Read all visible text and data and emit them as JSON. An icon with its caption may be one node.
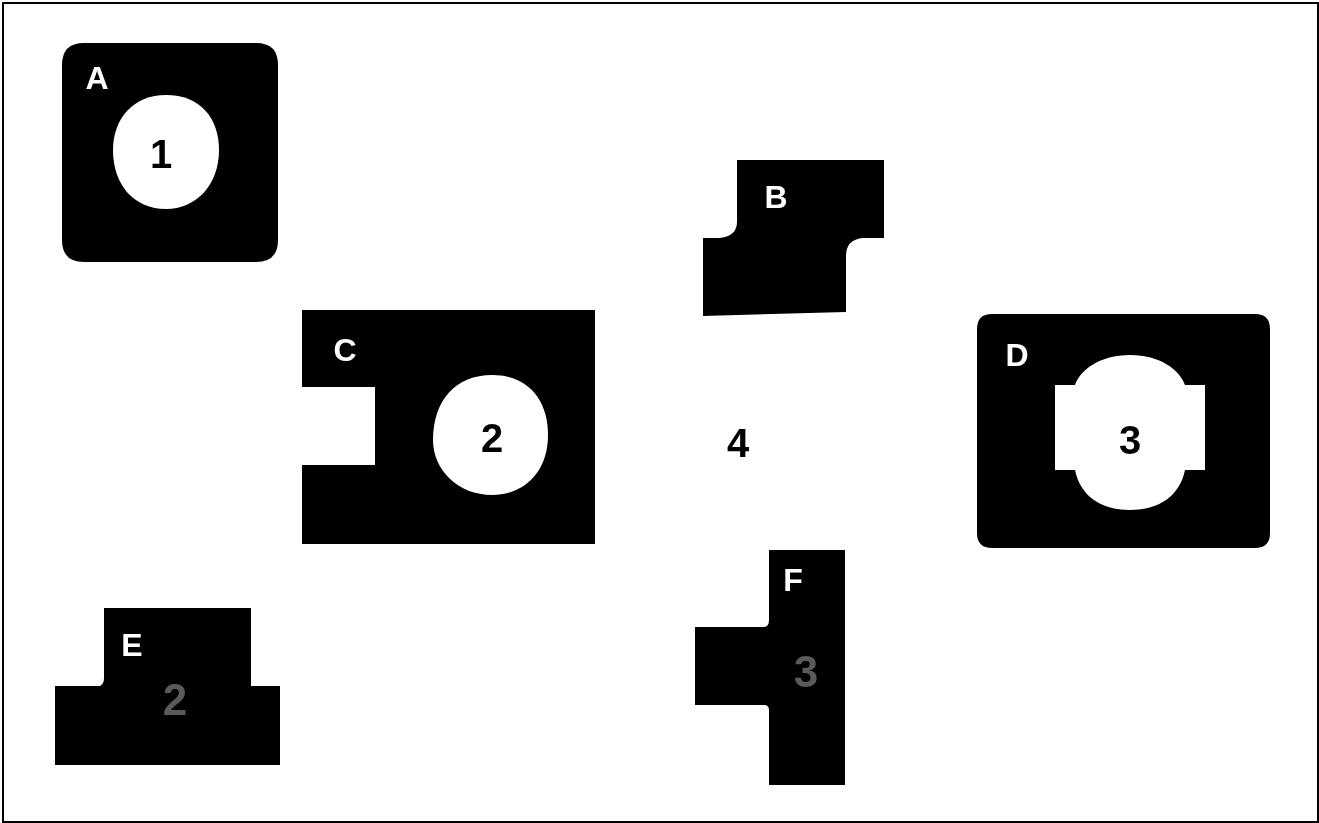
{
  "diagram": {
    "nodes": [
      {
        "text": [
          "A"
        ]
      },
      {
        "text": [
          "1"
        ],
        "in": 0
      },
      {
        "text": [
          "B"
        ]
      },
      {
        "text": [
          "C"
        ]
      },
      {
        "text": [
          "2"
        ],
        "in": 3
      },
      {
        "text": [
          "D"
        ]
      },
      {
        "text": [
          "3"
        ],
        "in": 5
      },
      {
        "text": [
          "E",
          "2"
        ]
      },
      {
        "text": [
          "F",
          "3"
        ]
      }
    ],
    "labels": [
      "4"
    ]
  }
}
